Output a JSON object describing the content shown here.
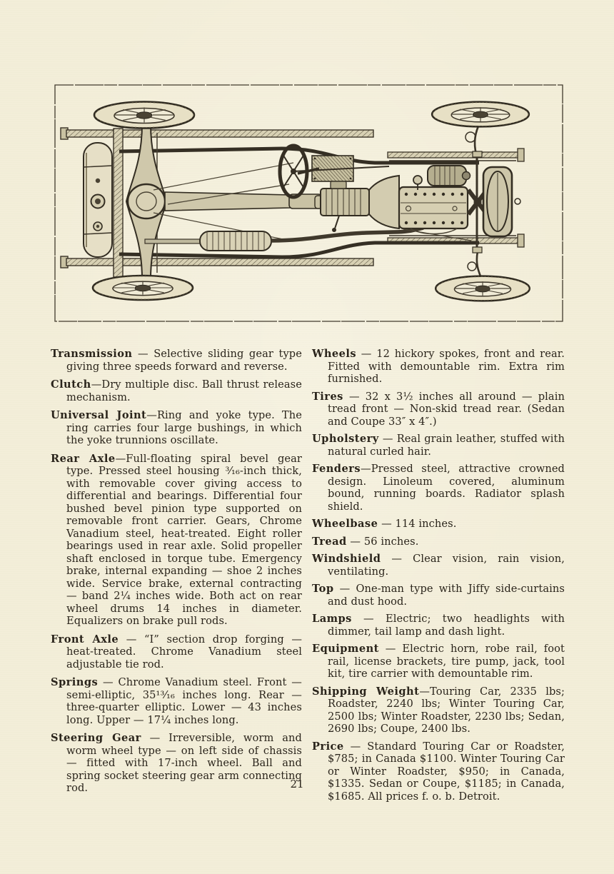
{
  "page_number": "21",
  "illustration": {
    "subject": "Top plan view engraving of an automobile chassis: four wheels, rear axle with differential and torque tube, fuel tank, muffler, steering wheel, transmission, engine, fan and radiator, front axle"
  },
  "columns": {
    "left": [
      {
        "term": "Transmission",
        "body": " — Selective sliding gear type giving three speeds forward and reverse."
      },
      {
        "term": "Clutch",
        "body": "—Dry multiple disc.  Ball thrust release mechanism."
      },
      {
        "term": "Universal Joint",
        "body": "—Ring and yoke type.  The ring carries four large bushings, in which the yoke trunnions oscillate."
      },
      {
        "term": "Rear Axle",
        "body": "—Full-floating spiral bevel gear type.  Pressed steel housing ³⁄₁₆-inch thick, with removable cover giving access to differential and bearings.  Differential four bushed bevel pinion type supported on removable front carrier.  Gears, Chrome Vanadium steel, heat-treated.  Eight roller bearings used in rear axle.  Solid propeller shaft enclosed in torque tube.  Emergency brake, internal expanding — shoe 2 inches wide.  Service brake, external contracting — band 2¼ inches wide.  Both act on rear wheel drums 14 inches in diameter.  Equalizers on brake pull rods."
      },
      {
        "term": "Front Axle",
        "body": " — “I” section drop forging — heat-treated.  Chrome Vanadium steel adjustable tie rod."
      },
      {
        "term": "Springs",
        "body": " — Chrome Vanadium steel.  Front — semi-elliptic, 35¹³⁄₁₆ inches long.  Rear — three-quarter elliptic.  Lower — 43 inches long.  Upper — 17¼ inches long."
      },
      {
        "term": "Steering Gear",
        "body": " — Irreversible, worm and worm wheel type — on left side of chassis — fitted with 17-inch wheel.  Ball and spring socket steering gear arm connecting rod."
      }
    ],
    "right": [
      {
        "term": "Wheels",
        "body": " — 12 hickory spokes, front and rear.  Fitted with demountable rim.  Extra rim furnished."
      },
      {
        "term": "Tires",
        "body": " — 32 x 3½ inches all around — plain tread front — Non-skid tread rear.  (Sedan and Coupe 33″ x 4″.)"
      },
      {
        "term": "Upholstery",
        "body": " — Real grain leather, stuffed with natural curled hair."
      },
      {
        "term": "Fenders",
        "body": "—Pressed steel, attractive crowned design.  Linoleum covered, aluminum bound, running boards.  Radiator splash shield."
      },
      {
        "term": "Wheelbase",
        "body": " — 114 inches."
      },
      {
        "term": "Tread",
        "body": " — 56 inches."
      },
      {
        "term": "Windshield",
        "body": " — Clear vision, rain vision, ventilating."
      },
      {
        "term": "Top",
        "body": " — One-man type with Jiffy side-curtains and dust hood."
      },
      {
        "term": "Lamps",
        "body": " — Electric; two headlights with dimmer, tail lamp and dash light."
      },
      {
        "term": "Equipment",
        "body": " — Electric horn, robe rail, foot rail, license brackets, tire pump, jack, tool kit, tire carrier with demountable rim."
      },
      {
        "term": "Shipping Weight",
        "body": "—Touring Car, 2335 lbs; Roadster, 2240 lbs;  Winter Touring Car, 2500 lbs;  Winter Roadster, 2230 lbs; Sedan, 2690 lbs;  Coupe, 2400 lbs."
      },
      {
        "term": "Price",
        "body": " — Standard Touring Car or Roadster, $785; in Canada $1100.  Winter Touring Car or Winter Roadster, $950; in Canada, $1335.  Sedan or Coupe, $1185; in Canada, $1685. All prices f. o. b. Detroit."
      }
    ]
  }
}
